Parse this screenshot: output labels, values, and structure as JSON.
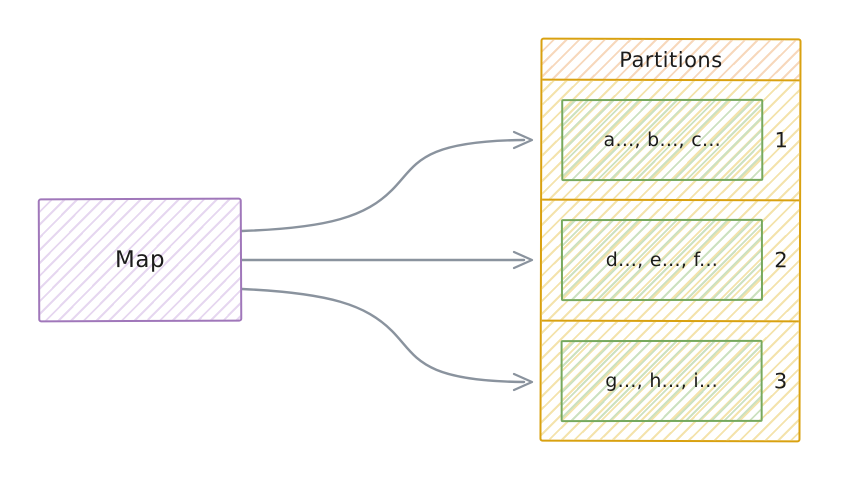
{
  "map": {
    "label": "Map"
  },
  "partitions": {
    "title": "Partitions",
    "rows": [
      {
        "content": "a..., b..., c...",
        "number": "1"
      },
      {
        "content": "d..., e..., f...",
        "number": "2"
      },
      {
        "content": "g..., h..., i...",
        "number": "3"
      }
    ]
  },
  "colors": {
    "map_border": "#a077ba",
    "map_hatch": "#e6d7f0",
    "partition_border": "#d9a110",
    "header_hatch": "#f7d8bc",
    "row_hatch": "#f4e3ac",
    "green_border": "#76a95d",
    "green_hatch": "#cde1c0",
    "arrow": "#8a939e",
    "text": "#1b1b1b"
  }
}
